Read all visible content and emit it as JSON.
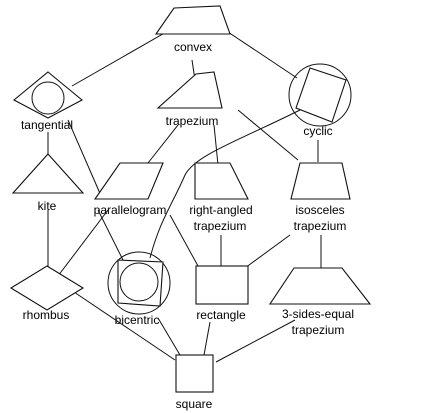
{
  "nodes": {
    "convex": "convex",
    "tangential": "tangential",
    "trapezium": "trapezium",
    "cyclic": "cyclic",
    "kite": "kite",
    "parallelogram": "parallelogram",
    "right_angled_1": "right-angled",
    "right_angled_2": "trapezium",
    "isosceles_1": "isosceles",
    "isosceles_2": "trapezium",
    "rhombus": "rhombus",
    "bicentric": "bicentric",
    "rectangle": "rectangle",
    "three_sides_1": "3-sides-equal",
    "three_sides_2": "trapezium",
    "square": "square"
  }
}
